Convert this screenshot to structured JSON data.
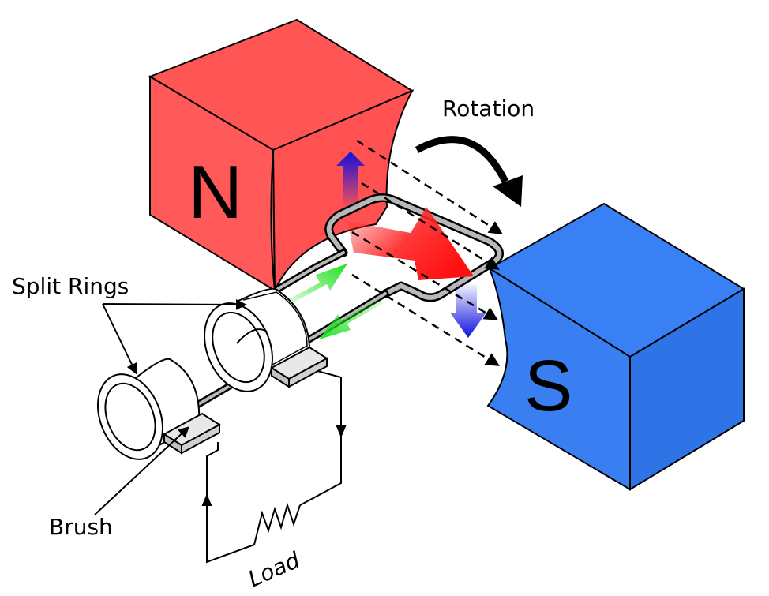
{
  "labels": {
    "rotation": "Rotation",
    "split_rings": "Split Rings",
    "brush": "Brush",
    "load": "Load",
    "north": "N",
    "south": "S"
  },
  "colors": {
    "north_front": "#ff5959",
    "north_top": "#ff5555",
    "north_side": "#ff5050",
    "south_front": "#3a7ff2",
    "south_top": "#3a80f5",
    "south_side": "#2f74e6",
    "current_arrow": "#1fe01f",
    "force_arrow": "#1010dd",
    "field_arrow": "#000000",
    "coil_gray": "#b8b8b8"
  },
  "icons": {
    "rotation": "curved-arrow-icon",
    "resistor": "zigzag-resistor-icon"
  }
}
